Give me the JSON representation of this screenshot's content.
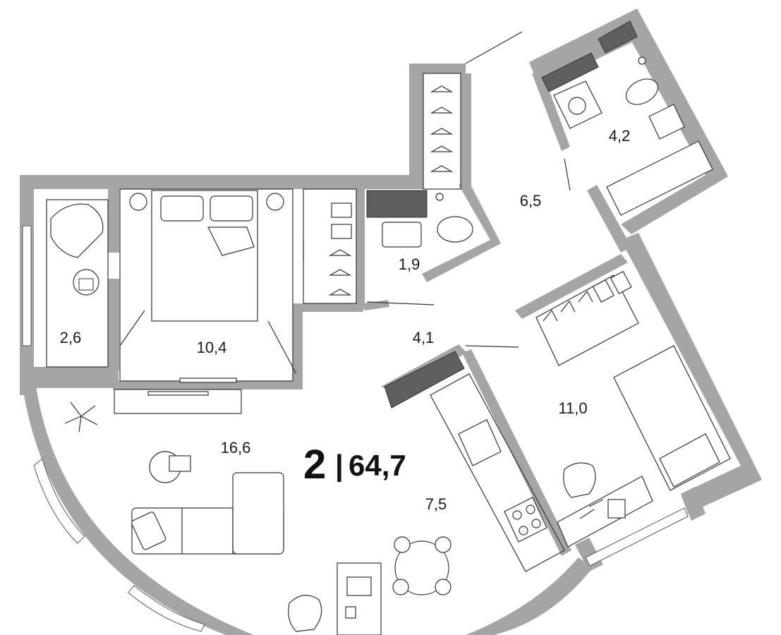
{
  "apartment": {
    "rooms_count": "2",
    "separator": "|",
    "total_area": "64,7"
  },
  "rooms": {
    "loggia": "2,6",
    "bedroom": "10,4",
    "wc": "1,9",
    "hall": "6,5",
    "bathroom": "4,2",
    "corridor": "4,1",
    "living_room": "16,6",
    "kitchen": "7,5",
    "bedroom_2": "11,0"
  },
  "colors": {
    "wall": "#a5a5a5",
    "appliance": "#5f5f5f",
    "line": "#333333",
    "text": "#1a1a1a"
  }
}
